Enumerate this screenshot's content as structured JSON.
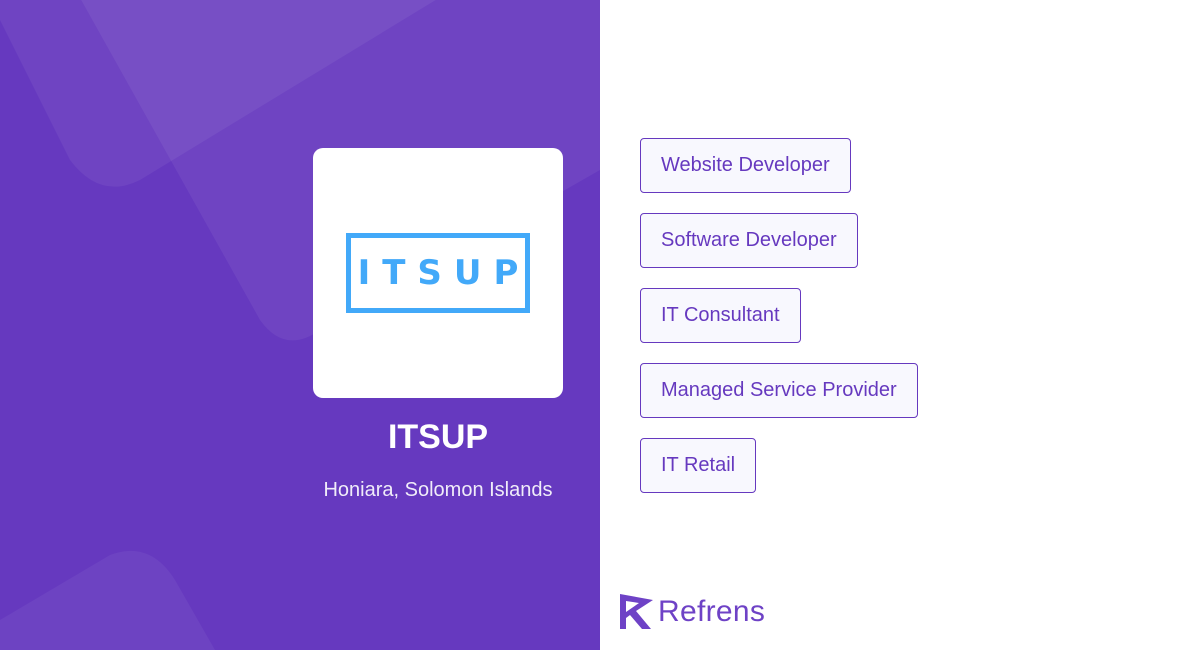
{
  "profile": {
    "logo_text": "ITSUP",
    "name": "ITSUP",
    "location": "Honiara, Solomon Islands"
  },
  "services": [
    {
      "label": "Website Developer"
    },
    {
      "label": "Software Developer"
    },
    {
      "label": "IT Consultant"
    },
    {
      "label": "Managed Service Provider"
    },
    {
      "label": "IT Retail"
    }
  ],
  "brand": {
    "name": "Refrens",
    "icon": "refrens-r-logo-icon"
  },
  "colors": {
    "panel_bg": "#6639bf",
    "accent": "#6639bf",
    "logo_blue": "#42a9f9",
    "tag_bg": "#f8f8fe"
  }
}
